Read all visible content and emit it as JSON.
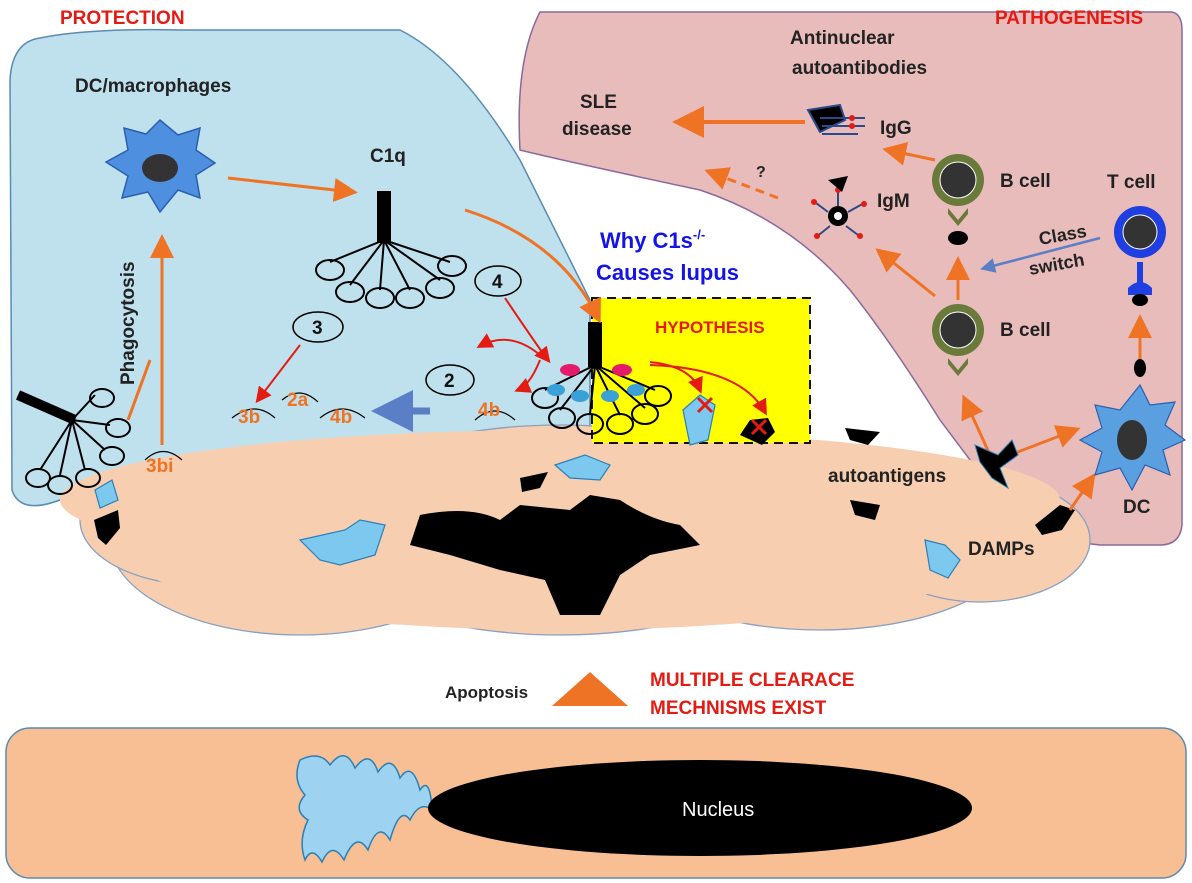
{
  "headers": {
    "protection": "PROTECTION",
    "pathogenesis": "PATHOGENESIS"
  },
  "protection": {
    "dc_macrophages": "DC/macrophages",
    "c1q": "C1q",
    "phagocytosis": "Phagocytosis",
    "steps": {
      "s2": "2",
      "s3": "3",
      "s4": "4"
    },
    "fragments": {
      "f3b": "3b",
      "f2a": "2a",
      "f4b_left": "4b",
      "f4b_right": "4b",
      "f3bi": "3bi"
    }
  },
  "hypothesis": {
    "question_line1": "Why C1s",
    "question_sup": "-/-",
    "question_line2": "Causes lupus",
    "label": "HYPOTHESIS"
  },
  "pathogenesis": {
    "antinuclear_line1": "Antinuclear",
    "antinuclear_line2": "autoantibodies",
    "sle_line1": "SLE",
    "sle_line2": "disease",
    "igg": "IgG",
    "igm": "IgM",
    "question_mark": "?",
    "b_cell_top": "B cell",
    "b_cell_bottom": "B cell",
    "t_cell": "T cell",
    "class_switch_line1": "Class",
    "class_switch_line2": "switch",
    "autoantigens": "autoantigens",
    "dc": "DC",
    "damps": "DAMPs"
  },
  "apoptosis": {
    "label": "Apoptosis",
    "note_line1": "MULTIPLE CLEARACE",
    "note_line2": "MECHNISMS EXIST"
  },
  "cell": {
    "nucleus": "Nucleus"
  },
  "colors": {
    "protection_bg": "#bfe1ee",
    "pathogenesis_bg": "#e9bcbc",
    "hypothesis_bg": "#ffff00",
    "apoptotic_body": "#f7cfb0",
    "cell_body": "#f7bf93",
    "orange": "#ef7324",
    "red": "#e41b13",
    "blue_text": "#1414e6",
    "b_cell": "#6a7a3a",
    "t_cell": "#1f3fe0"
  }
}
